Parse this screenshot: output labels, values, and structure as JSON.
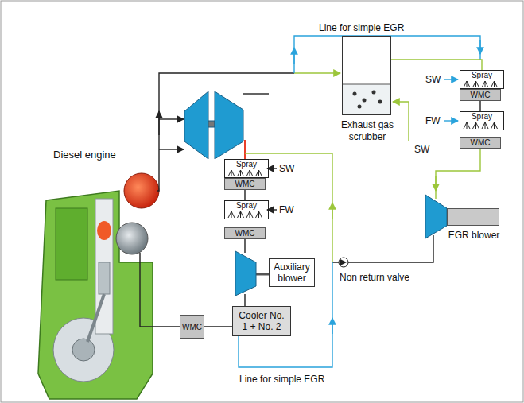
{
  "diagram": {
    "nodes": [
      {
        "text": [
          "Exhaust gas scrubber"
        ]
      },
      {
        "text": [
          "Spray"
        ]
      },
      {
        "text": [
          "WMC"
        ]
      },
      {
        "text": [
          "Spray"
        ]
      },
      {
        "text": [
          "WMC"
        ]
      },
      {
        "text": [
          "Spray"
        ]
      },
      {
        "text": [
          "WMC"
        ]
      },
      {
        "text": [
          "Spray"
        ]
      },
      {
        "text": [
          "WMC"
        ]
      },
      {
        "text": [
          "EGR blower"
        ]
      },
      {
        "text": [
          "Auxiliary blower"
        ]
      },
      {
        "text": [
          "Cooler No. 1 + No. 2"
        ]
      },
      {
        "text": [
          "WMC"
        ]
      }
    ],
    "edges": [
      {
        "from": 0,
        "to": 1,
        "arrow": "none"
      },
      {
        "from": 2,
        "to": 3,
        "arrow": "none"
      },
      {
        "from": 6,
        "to": 7,
        "arrow": "none"
      },
      {
        "from": 11,
        "to": 12,
        "arrow": "none"
      }
    ],
    "labels": [
      "Line for simple EGR",
      "Diesel engine",
      "SW",
      "FW",
      "SW",
      "FW",
      "SW",
      "Non return valve",
      "Line for simple EGR"
    ]
  }
}
